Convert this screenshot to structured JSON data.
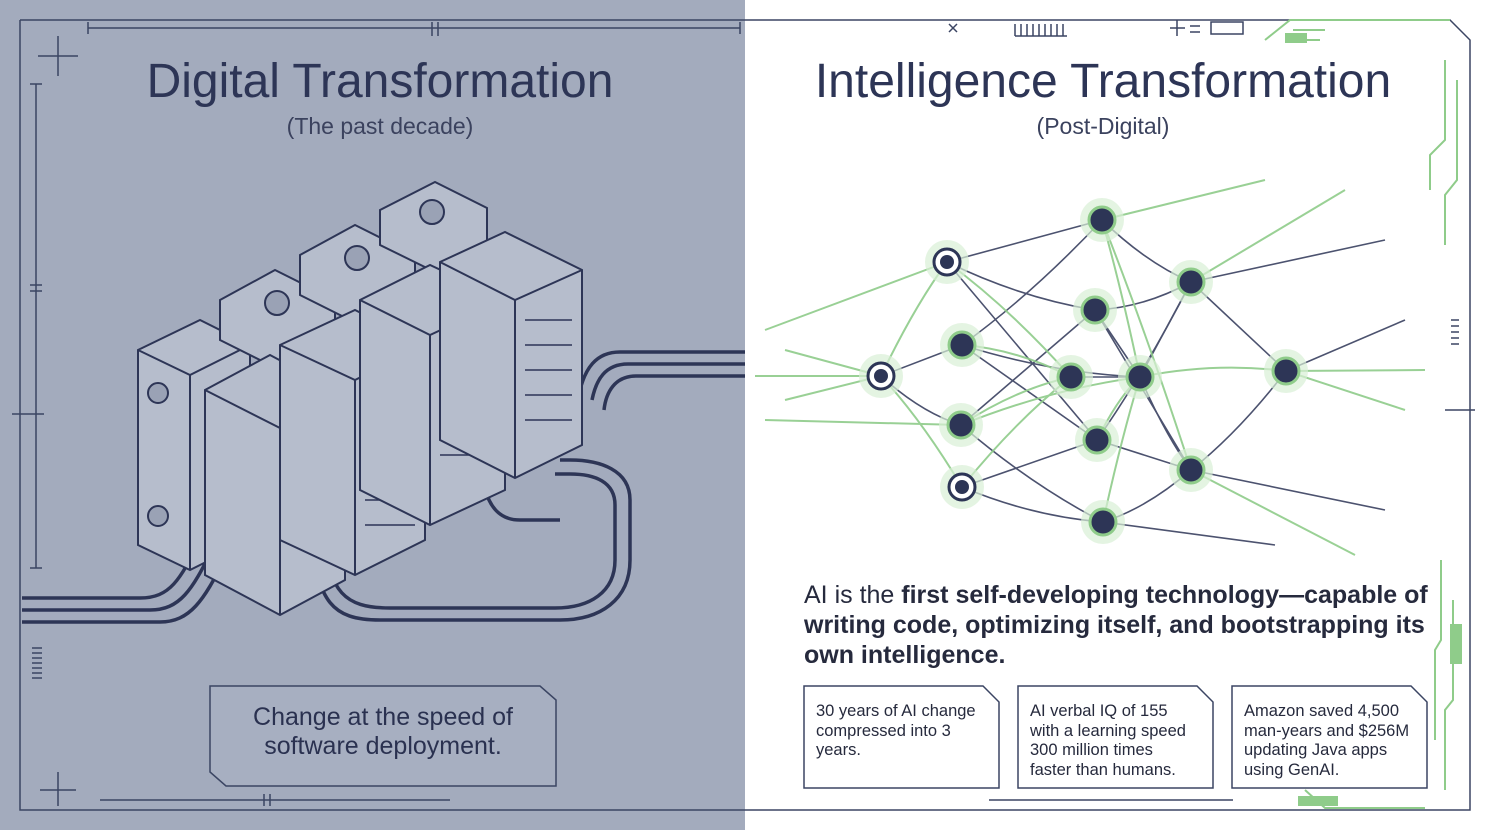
{
  "left": {
    "title": "Digital Transformation",
    "subtitle": "(The past decade)",
    "callout_line1": "Change at the speed of",
    "callout_line2": "software deployment."
  },
  "right": {
    "title": "Intelligence Transformation",
    "subtitle": "(Post-Digital)",
    "statement_lead": "AI is the ",
    "statement_bold": "first self-developing technology—capable of writing code, optimizing itself, and bootstrapping its own intelligence.",
    "stats": [
      {
        "text": "30 years of AI change compressed into 3 years."
      },
      {
        "text": "AI verbal IQ of 155 with a learning speed 300 million times faster than humans."
      },
      {
        "text": "Amazon saved 4,500 man-years and $256M updating Java apps using GenAI."
      }
    ]
  },
  "colors": {
    "left_bg": "#a3abbd",
    "ink": "#2d3556",
    "accent_green": "#8fcc8a",
    "node_fill": "#2d3556"
  },
  "icons": [
    "server-rack-icon",
    "neural-network-icon"
  ]
}
